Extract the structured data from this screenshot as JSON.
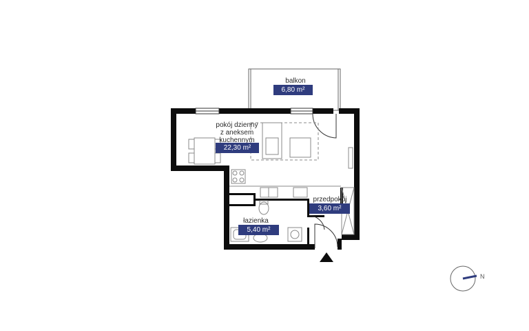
{
  "rooms": {
    "balcony": {
      "name": "balkon",
      "area": "6,80 m²"
    },
    "living": {
      "name": "pokój dzienny\nz aneksem\nkuchennym",
      "area": "22,30 m²"
    },
    "hall": {
      "name": "przedpokój",
      "area": "3,60 m²"
    },
    "bathroom": {
      "name": "łazienka",
      "area": "5,40 m²"
    }
  },
  "compass": {
    "letter": "N"
  },
  "colors": {
    "wall": "#0d0d0d",
    "accent": "#2f3c7e",
    "fixture": "#8a8a8a"
  }
}
